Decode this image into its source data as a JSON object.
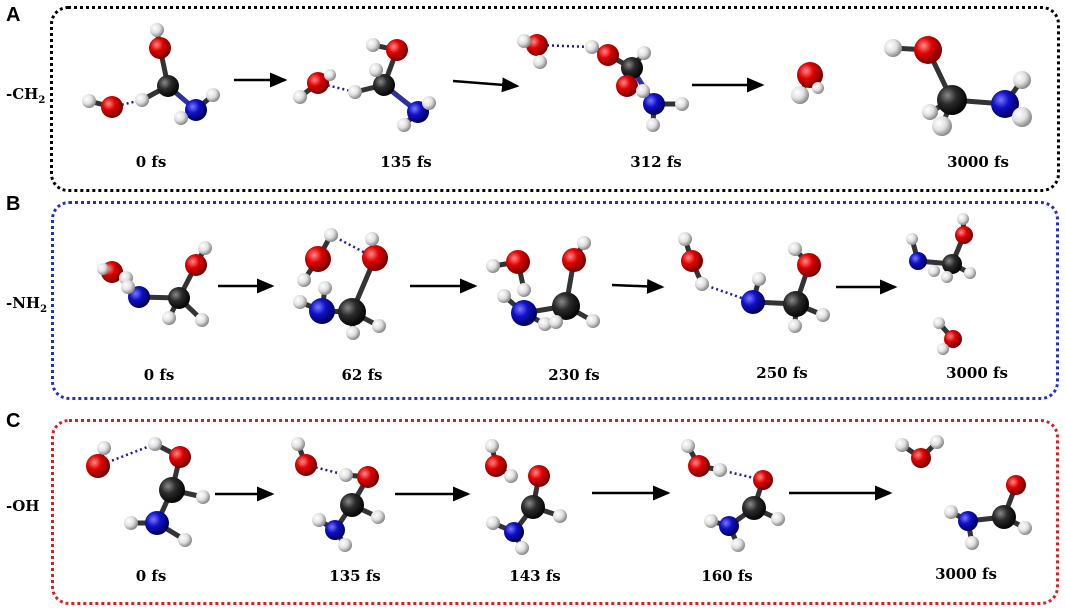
{
  "colors": {
    "box_A": "#000000",
    "box_B": "#1f2fd0",
    "box_C": "#e01c1c",
    "oxygen": "#e00000",
    "carbon": "#2b2b2b",
    "nitrogen": "#1010c8",
    "hydrogen": "#e6e6e6",
    "hbond": "#1a1aa0"
  },
  "panels": [
    {
      "letter": "A",
      "group_main": "-CH",
      "group_sub": "2",
      "times": [
        "0 fs",
        "135 fs",
        "312 fs",
        "3000 fs"
      ]
    },
    {
      "letter": "B",
      "group_main": "-NH",
      "group_sub": "2",
      "times": [
        "0 fs",
        "62 fs",
        "230 fs",
        "250 fs",
        "3000 fs"
      ]
    },
    {
      "letter": "C",
      "group_main": "-OH",
      "group_sub": "",
      "times": [
        "0 fs",
        "135 fs",
        "143 fs",
        "160 fs",
        "3000 fs"
      ]
    }
  ]
}
